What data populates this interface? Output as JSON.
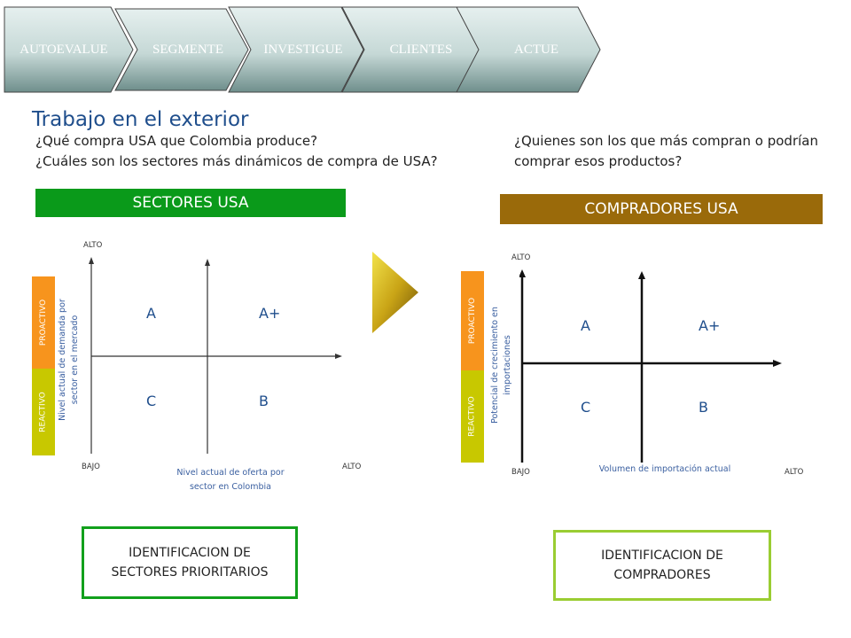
{
  "steps": [
    "AUTOEVALUE",
    "SEGMENTE",
    "INVESTIGUE",
    "CLIENTES",
    "ACTUE"
  ],
  "title": "Trabajo en el exterior",
  "left_questions": [
    "¿Qué compra USA que Colombia produce?",
    "¿Cuáles son los sectores más dinámicos de compra de USA?"
  ],
  "right_questions": [
    "¿Quienes son los que más compran o podrían",
    "comprar esos productos?"
  ],
  "left_panel": {
    "banner": "SECTORES USA",
    "banner_color": "#0a9a1a",
    "y_top": "ALTO",
    "y_bottom": "BAJO",
    "x_right": "ALTO",
    "x_label_line1": "Nivel actual de oferta por",
    "x_label_line2": "sector en Colombia",
    "y_label_line1": "Nivel actual de demanda por",
    "y_label_line2": "sector en el mercado",
    "proactive": "PROACTIVO",
    "reactive": "REACTIVO",
    "quadrants": {
      "tl": "A",
      "tr": "A+",
      "bl": "C",
      "br": "B"
    },
    "box": [
      "IDENTIFICACION DE",
      "SECTORES PRIORITARIOS"
    ],
    "box_color": "#12a01c"
  },
  "right_panel": {
    "banner": "COMPRADORES USA",
    "banner_color": "#9a6a0a",
    "y_top": "ALTO",
    "y_bottom": "BAJO",
    "x_right": "ALTO",
    "x_label": "Volumen de importación actual",
    "y_label_line1": "Potencial de crecimiento en",
    "y_label_line2": "importaciones",
    "proactive": "PROACTIVO",
    "reactive": "REACTIVO",
    "quadrants": {
      "tl": "A",
      "tr": "A+",
      "bl": "C",
      "br": "B"
    },
    "box": [
      "IDENTIFICACION DE",
      "COMPRADORES"
    ],
    "box_color": "#9acd32"
  },
  "colors": {
    "proactive": "#f7941d",
    "reactive": "#c8c800",
    "step_text": "#ffffff"
  }
}
